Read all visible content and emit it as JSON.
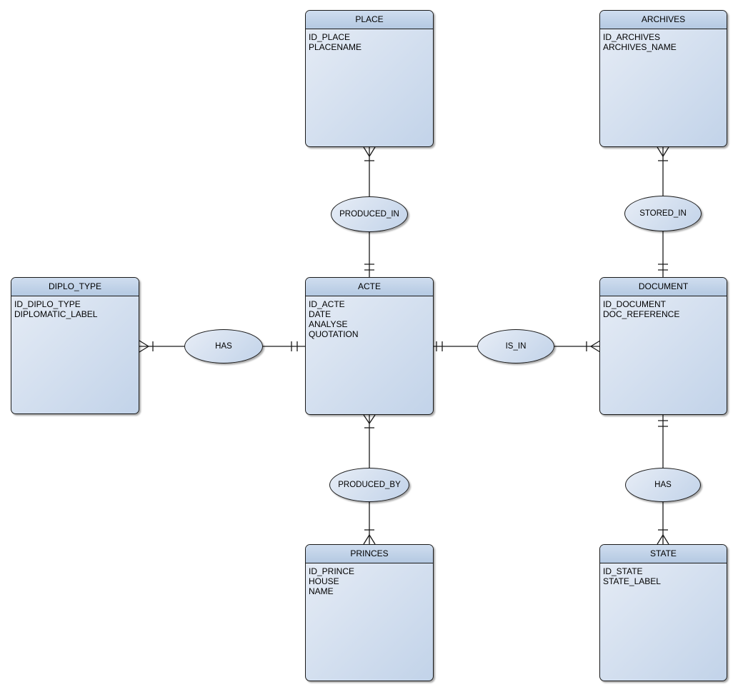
{
  "colors": {
    "background": "#ffffff",
    "border": "#1a1a1a",
    "text": "#000000",
    "entity_header_top": "#cfddef",
    "entity_header_bottom": "#b4c9e2",
    "shape_light": "#e7edf6",
    "shape_dark": "#c2d3e9"
  },
  "entities": [
    {
      "name": "PLACE",
      "attributes": [
        "ID_PLACE",
        "PLACENAME"
      ]
    },
    {
      "name": "ARCHIVES",
      "attributes": [
        "ID_ARCHIVES",
        "ARCHIVES_NAME"
      ]
    },
    {
      "name": "DIPLO_TYPE",
      "attributes": [
        "ID_DIPLO_TYPE",
        "DIPLOMATIC_LABEL"
      ]
    },
    {
      "name": "ACTE",
      "attributes": [
        "ID_ACTE",
        "DATE",
        "ANALYSE",
        "QUOTATION"
      ]
    },
    {
      "name": "DOCUMENT",
      "attributes": [
        "ID_DOCUMENT",
        "DOC_REFERENCE"
      ]
    },
    {
      "name": "PRINCES",
      "attributes": [
        "ID_PRINCE",
        "HOUSE",
        "NAME"
      ]
    },
    {
      "name": "STATE",
      "attributes": [
        "ID_STATE",
        "STATE_LABEL"
      ]
    }
  ],
  "relationships": [
    {
      "label": "PRODUCED_IN",
      "ends": [
        {
          "entity": "PLACE",
          "notation": "one-or-many"
        },
        {
          "entity": "ACTE",
          "notation": "exactly-one"
        }
      ]
    },
    {
      "label": "STORED_IN",
      "ends": [
        {
          "entity": "ARCHIVES",
          "notation": "one-or-many"
        },
        {
          "entity": "DOCUMENT",
          "notation": "exactly-one"
        }
      ]
    },
    {
      "label": "HAS",
      "ends": [
        {
          "entity": "DIPLO_TYPE",
          "notation": "one-or-many"
        },
        {
          "entity": "ACTE",
          "notation": "exactly-one"
        }
      ]
    },
    {
      "label": "IS_IN",
      "ends": [
        {
          "entity": "ACTE",
          "notation": "exactly-one"
        },
        {
          "entity": "DOCUMENT",
          "notation": "one-or-many"
        }
      ]
    },
    {
      "label": "PRODUCED_BY",
      "ends": [
        {
          "entity": "ACTE",
          "notation": "one-or-many"
        },
        {
          "entity": "PRINCES",
          "notation": "one-or-many"
        }
      ]
    },
    {
      "label": "HAS",
      "ends": [
        {
          "entity": "DOCUMENT",
          "notation": "exactly-one"
        },
        {
          "entity": "STATE",
          "notation": "one-or-many"
        }
      ]
    }
  ]
}
